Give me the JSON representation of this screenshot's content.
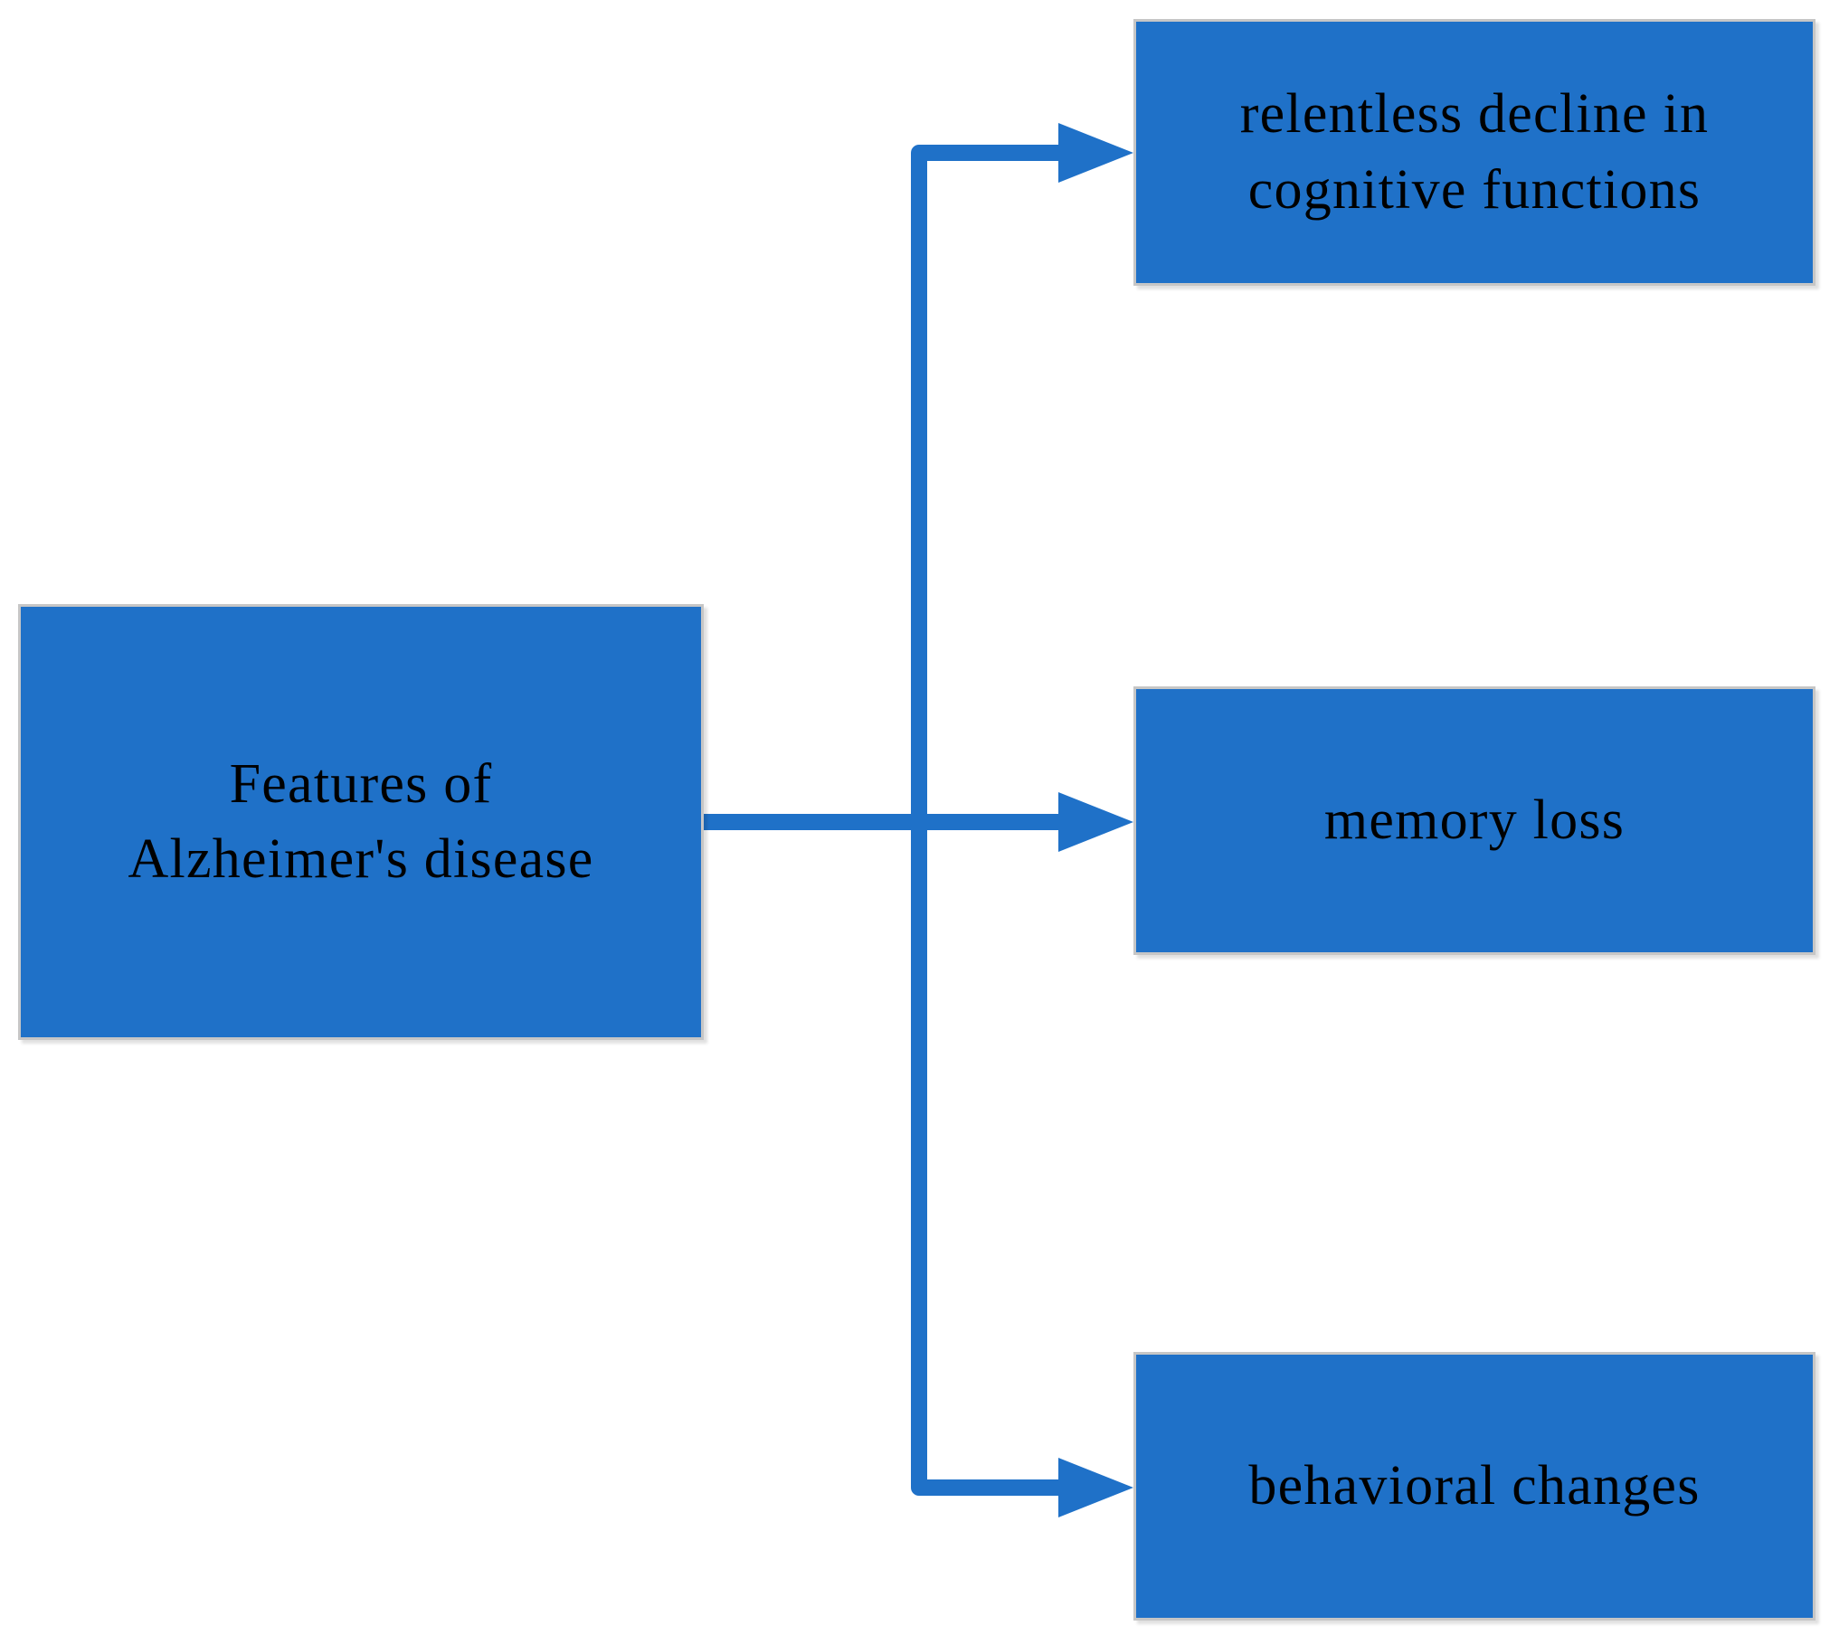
{
  "diagram": {
    "root": {
      "label": "Features of\nAlzheimer's disease"
    },
    "branches": [
      {
        "label": "relentless decline in\ncognitive functions"
      },
      {
        "label": "memory loss"
      },
      {
        "label": "behavioral changes"
      }
    ]
  },
  "colors": {
    "node_fill": "#1F71C8",
    "node_border": "#C6C6C6",
    "connector": "#1F71C8",
    "text": "#000000",
    "background": "#FFFFFF"
  }
}
